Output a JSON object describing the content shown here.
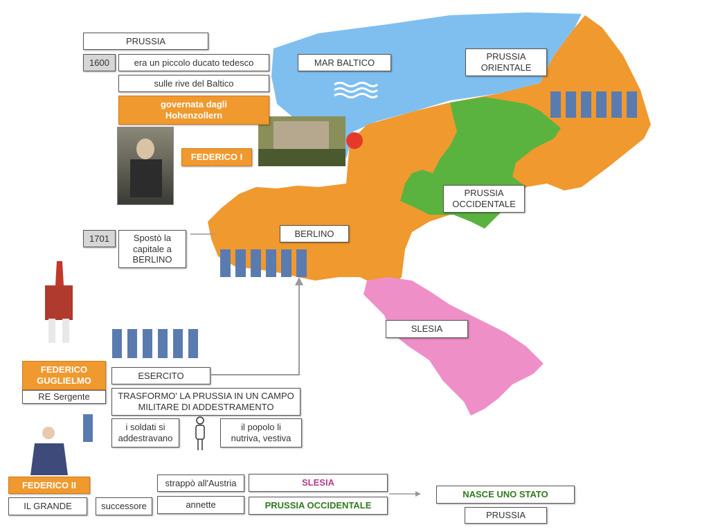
{
  "labels": {
    "prussia_title": "PRUSSIA",
    "year_1600": "1600",
    "ducato": "era un piccolo ducato tedesco",
    "rive": "sulle rive del Baltico",
    "hohenzollern": "governata dagli Hohenzollern",
    "federico_i": "FEDERICO I",
    "year_1701": "1701",
    "sposto": "Spostò la capitale a BERLINO",
    "mar_baltico": "MAR BALTICO",
    "prussia_orientale": "PRUSSIA ORIENTALE",
    "prussia_occidentale": "PRUSSIA OCCIDENTALE",
    "berlino": "BERLINO",
    "slesia_map": "SLESIA",
    "federico_guglielmo": "FEDERICO GUGLIELMO",
    "re_sergente": "RE Sergente",
    "esercito": "ESERCITO",
    "trasformo": "TRASFORMO' LA PRUSSIA IN UN CAMPO MILITARE DI ADDESTRAMENTO",
    "soldati": "i soldati si addestravano",
    "popolo": "il popolo li nutriva, vestiva",
    "federico_ii": "FEDERICO II",
    "il_grande": "IL GRANDE",
    "successore": "successore",
    "strappo": "strappò all'Austria",
    "slesia_bottom": "SLESIA",
    "annette": "annette",
    "prussia_occ_bottom": "PRUSSIA OCCIDENTALE",
    "nasce": "NASCE UNO STATO",
    "prussia_bottom": "PRUSSIA"
  },
  "colors": {
    "sea": "#7fbff0",
    "prussia": "#f0992e",
    "western_prussia": "#5bb33f",
    "silesia": "#ef8fc8"
  },
  "icons": [
    "waves-icon",
    "person-icon",
    "arrow-icon",
    "location-marker-icon"
  ]
}
